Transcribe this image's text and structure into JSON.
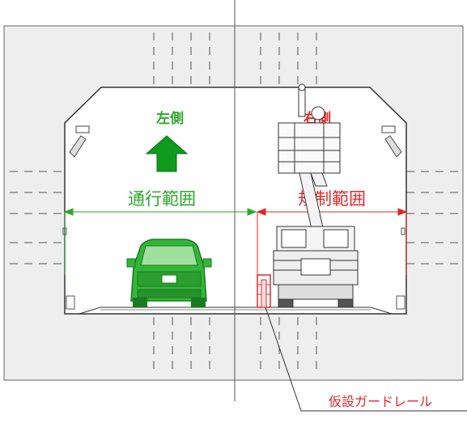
{
  "labels": {
    "left_side": "左側",
    "right_side": "右側",
    "passage_range": "通行範囲",
    "restriction_range": "規制範囲",
    "guardrail_note": "仮設ガードレール"
  },
  "colors": {
    "passage": "#2aa82a",
    "restriction": "#e0282a",
    "tunnel_bg": "#eeeeee",
    "line": "#555555"
  },
  "icons": {
    "direction": "arrow-up-icon",
    "car": "car-front-icon",
    "truck": "bucket-truck-icon",
    "guardrail": "guardrail-icon"
  }
}
